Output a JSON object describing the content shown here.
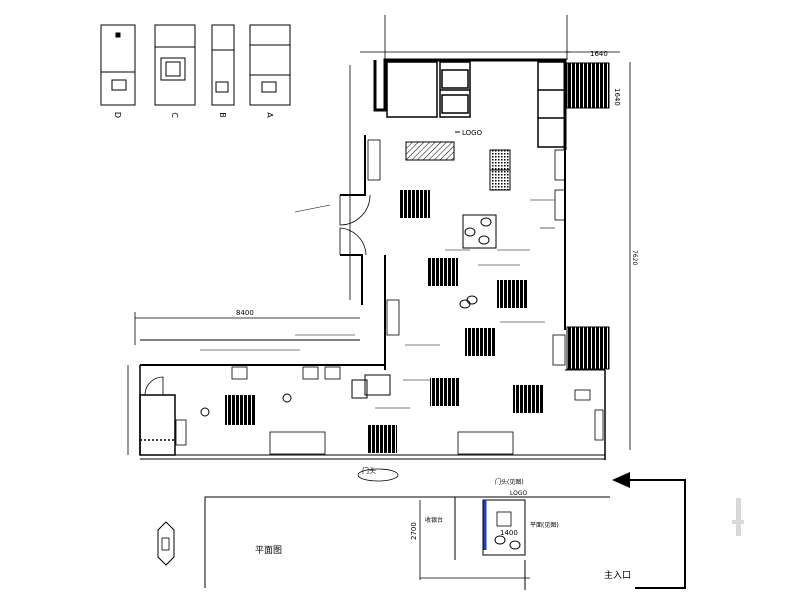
{
  "elevations": {
    "labels": [
      "D",
      "C",
      "B",
      "A"
    ]
  },
  "dimensions": {
    "top_width": "1640",
    "left_room_width": "8400",
    "right_height_upper": "1640",
    "right_height_main": "7620",
    "lower_height": "2700",
    "lower_width": "1400"
  },
  "labels": {
    "logo_main": "LOGO",
    "area_tag": "门头",
    "lower_left_room": "平面图",
    "entrance": "主入口",
    "logo_tag_1": "LOGO",
    "logo_tag_2": "门头(见图)",
    "logo_tag_3": "平面(见图)",
    "kiosk_tag": "收银台"
  },
  "colors": {
    "line": "#000000",
    "wall": "#000000",
    "hatch": "#000000",
    "accent_blue": "#1f3fbf"
  }
}
